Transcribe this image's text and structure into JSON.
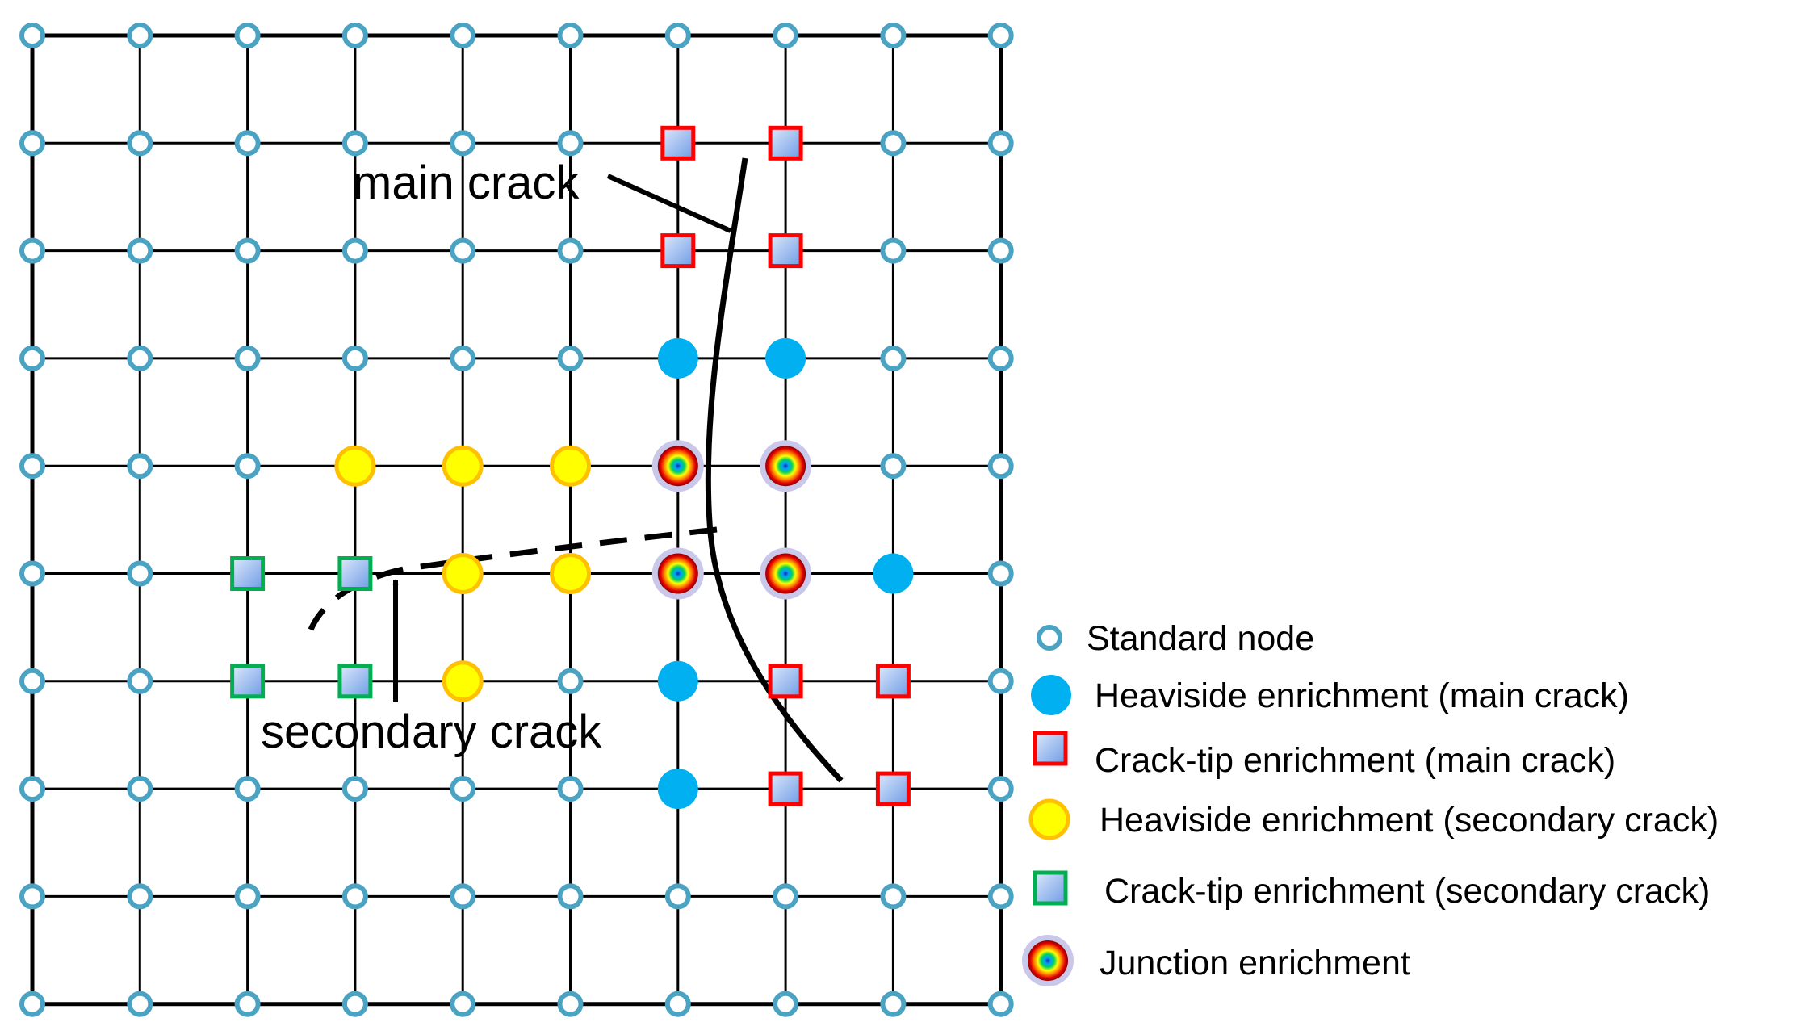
{
  "labels": {
    "main_crack": "main crack",
    "secondary_crack": "secondary crack"
  },
  "legend": [
    {
      "key": "standard",
      "label": "Standard node"
    },
    {
      "key": "heaviside_main",
      "label": "Heaviside enrichment (main crack)"
    },
    {
      "key": "tip_main",
      "label": "Crack-tip enrichment (main crack)"
    },
    {
      "key": "heaviside_secondary",
      "label": "Heaviside enrichment (secondary crack)"
    },
    {
      "key": "tip_secondary",
      "label": "Crack-tip enrichment (secondary crack)"
    },
    {
      "key": "junction",
      "label": "Junction enrichment"
    }
  ],
  "mesh": {
    "columns": 10,
    "rows": 10,
    "enriched_nodes": [
      {
        "col": 6,
        "row": 1,
        "type": "tip_main"
      },
      {
        "col": 7,
        "row": 1,
        "type": "tip_main"
      },
      {
        "col": 6,
        "row": 2,
        "type": "tip_main"
      },
      {
        "col": 7,
        "row": 2,
        "type": "tip_main"
      },
      {
        "col": 6,
        "row": 3,
        "type": "heaviside_main"
      },
      {
        "col": 7,
        "row": 3,
        "type": "heaviside_main"
      },
      {
        "col": 3,
        "row": 4,
        "type": "heaviside_secondary"
      },
      {
        "col": 4,
        "row": 4,
        "type": "heaviside_secondary"
      },
      {
        "col": 5,
        "row": 4,
        "type": "heaviside_secondary"
      },
      {
        "col": 6,
        "row": 4,
        "type": "junction"
      },
      {
        "col": 7,
        "row": 4,
        "type": "junction"
      },
      {
        "col": 2,
        "row": 5,
        "type": "tip_secondary"
      },
      {
        "col": 3,
        "row": 5,
        "type": "tip_secondary"
      },
      {
        "col": 4,
        "row": 5,
        "type": "heaviside_secondary"
      },
      {
        "col": 5,
        "row": 5,
        "type": "heaviside_secondary"
      },
      {
        "col": 6,
        "row": 5,
        "type": "junction"
      },
      {
        "col": 7,
        "row": 5,
        "type": "junction"
      },
      {
        "col": 8,
        "row": 5,
        "type": "heaviside_main"
      },
      {
        "col": 2,
        "row": 6,
        "type": "tip_secondary"
      },
      {
        "col": 3,
        "row": 6,
        "type": "tip_secondary"
      },
      {
        "col": 4,
        "row": 6,
        "type": "heaviside_secondary"
      },
      {
        "col": 6,
        "row": 6,
        "type": "heaviside_main"
      },
      {
        "col": 7,
        "row": 6,
        "type": "tip_main"
      },
      {
        "col": 8,
        "row": 6,
        "type": "tip_main"
      },
      {
        "col": 6,
        "row": 7,
        "type": "heaviside_main"
      },
      {
        "col": 7,
        "row": 7,
        "type": "tip_main"
      },
      {
        "col": 8,
        "row": 7,
        "type": "tip_main"
      }
    ]
  },
  "colors": {
    "standard": "#4ba3c3",
    "heaviside_main": "#00b0f0",
    "tip_main_border": "#ff0000",
    "tip_fill_light": "#dde9fb",
    "tip_fill_dark": "#6e9be6",
    "heaviside_secondary_fill": "#ffff00",
    "heaviside_secondary_border": "#ffc000",
    "tip_secondary_border": "#00b050"
  }
}
